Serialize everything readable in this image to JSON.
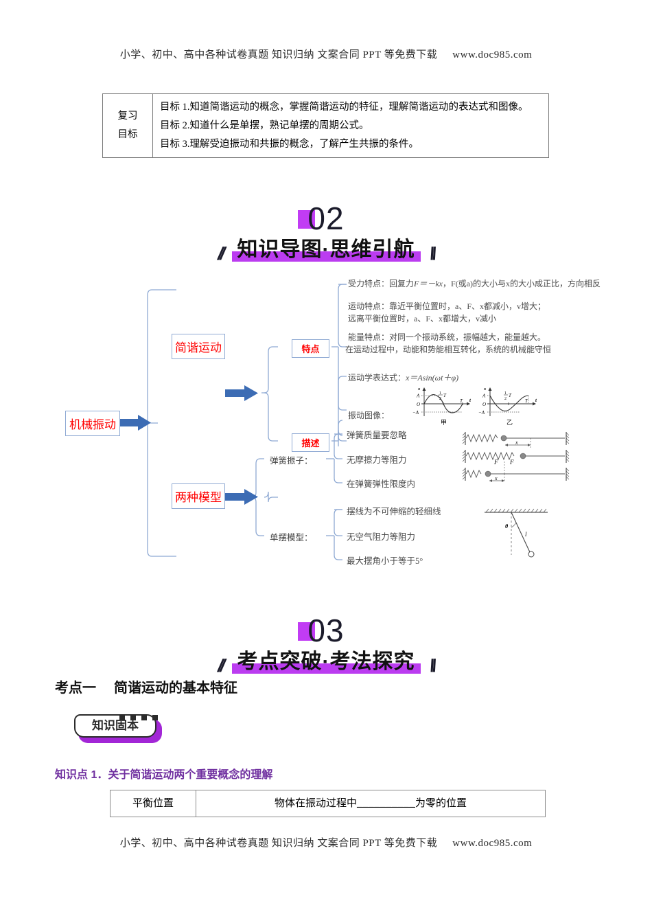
{
  "watermark": {
    "text": "小学、初中、高中各种试卷真题  知识归纳  文案合同  PPT 等免费下载",
    "url": "www.doc985.com"
  },
  "objectives_table": {
    "label_line1": "复习",
    "label_line2": "目标",
    "items": [
      "目标 1.知道简谐运动的概念，掌握简谐运动的特征，理解简谐运动的表达式和图像。",
      "目标 2.知道什么是单摆，熟记单摆的周期公式。",
      "目标 3.理解受迫振动和共振的概念，了解产生共振的条件。"
    ]
  },
  "banner_02": {
    "number": "02",
    "title": "知识导图·思维引航",
    "slash_left": "//",
    "slash_right": "\\\\",
    "accent_color": "#bb3cf0",
    "block_color": "#c13cf4"
  },
  "banner_03": {
    "number": "03",
    "title": "考点突破·考法探究",
    "slash_left": "//",
    "slash_right": "\\\\",
    "accent_color": "#bb3cf0",
    "block_color": "#c13cf4"
  },
  "mindmap": {
    "root": "机械振动",
    "branch1": "简谐运动",
    "branch2": "两种模型",
    "sub1": "特点",
    "sub2": "描述",
    "label_spring": "弹簧振子：",
    "label_pendulum": "单摆模型：",
    "feature_force_prefix": "受力特点：回复力",
    "feature_force_eq": "F＝－kx",
    "feature_force_mid": "，",
    "feature_force_tail": "F(或a)的大小与x的大小成正比，方向相反",
    "feature_motion_line1": "运动特点：靠近平衡位置时，a、F、x都减小，v增大；",
    "feature_motion_line2": "远离平衡位置时，a、F、x都增大，v减小",
    "feature_energy_line1": "能量特点：对同一个振动系统，振幅越大，能量越大。",
    "feature_energy_line2": "在运动过程中，动能和势能相互转化，系统的机械能守恒",
    "desc_formula_label": "运动学表达式：",
    "desc_formula": "x＝Asin(ωt＋φ)",
    "desc_graph_label": "振动图像：",
    "graph_a_label": "甲",
    "graph_b_label": "乙",
    "graph_axis_x": "x",
    "graph_axis_t": "t",
    "graph_A": "A",
    "graph_negA": "−A",
    "graph_O": "O",
    "graph_halfT": "T",
    "graph_T": "T",
    "spring_items": [
      "弹簧质量要忽略",
      "无摩擦力等阻力",
      "在弹簧弹性限度内"
    ],
    "spring_fig_x": "x",
    "spring_fig_F": "F",
    "pendulum_items": [
      "摆线为不可伸缩的轻细线",
      "无空气阻力等阻力",
      "最大摆角小于等于5°"
    ],
    "pendulum_fig_theta": "θ",
    "pendulum_fig_l": "l",
    "node_border_color": "#8ea9d3",
    "node_text_color": "#ff0000",
    "arrow_color": "#3c6cb4",
    "connector_color": "#8ea9d3"
  },
  "exam_point": {
    "prefix": "考点一",
    "title": "简谐运动的基本特征"
  },
  "badge": {
    "label": "知识固本",
    "shadow_color": "#a226d6"
  },
  "knowledge_point": {
    "heading": "知识点 1．关于简谐运动两个重要概念的理解",
    "color": "#7030a0"
  },
  "concept_table": {
    "rows": [
      {
        "term": "平衡位置",
        "text_before": "物体在振动过程中",
        "blank": "__________",
        "text_after": "为零的位置"
      }
    ]
  }
}
